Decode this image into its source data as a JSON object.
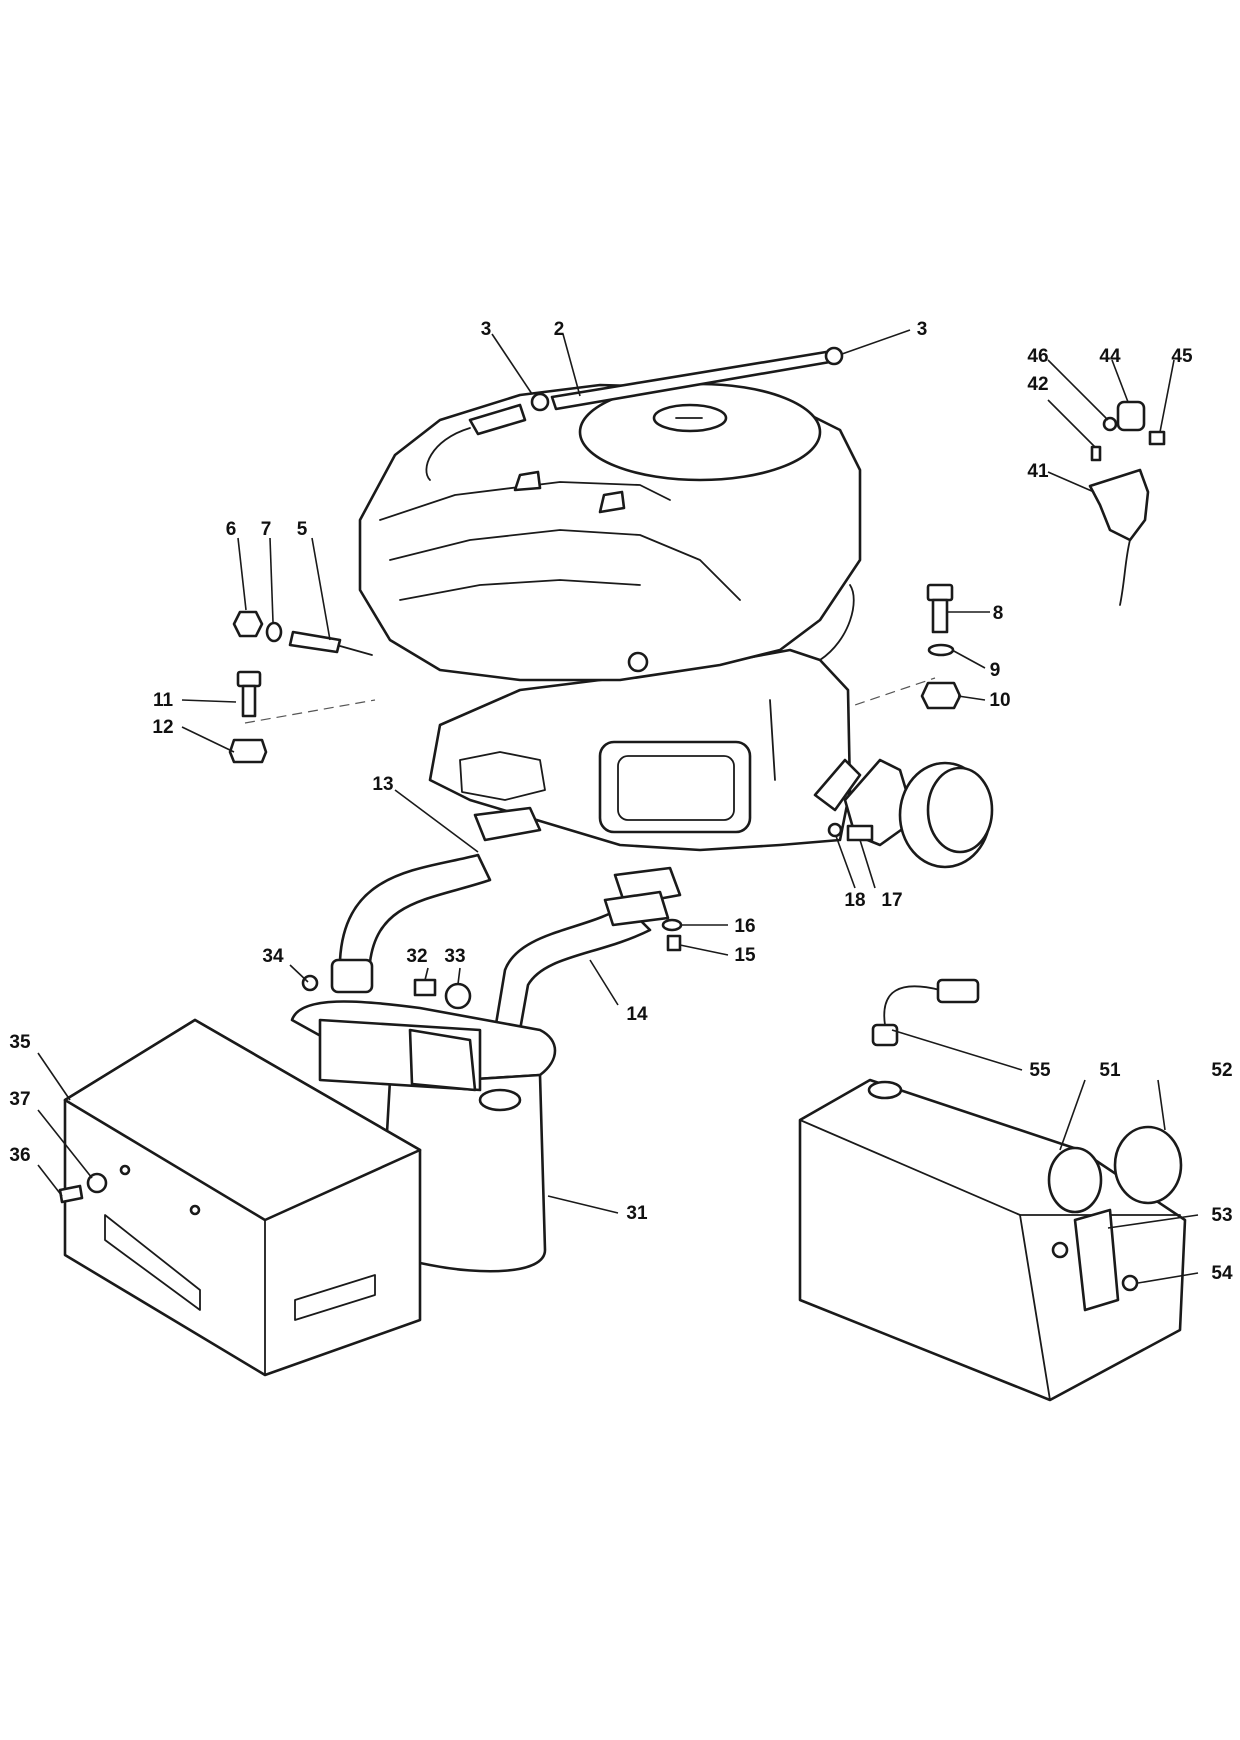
{
  "callouts": [
    {
      "id": "c3a",
      "label": "3"
    },
    {
      "id": "c2",
      "label": "2"
    },
    {
      "id": "c3b",
      "label": "3"
    },
    {
      "id": "c46",
      "label": "46"
    },
    {
      "id": "c44",
      "label": "44"
    },
    {
      "id": "c45",
      "label": "45"
    },
    {
      "id": "c42",
      "label": "42"
    },
    {
      "id": "c41",
      "label": "41"
    },
    {
      "id": "c6",
      "label": "6"
    },
    {
      "id": "c7",
      "label": "7"
    },
    {
      "id": "c5",
      "label": "5"
    },
    {
      "id": "c8",
      "label": "8"
    },
    {
      "id": "c9",
      "label": "9"
    },
    {
      "id": "c10",
      "label": "10"
    },
    {
      "id": "c11",
      "label": "11"
    },
    {
      "id": "c12",
      "label": "12"
    },
    {
      "id": "c13",
      "label": "13"
    },
    {
      "id": "c18",
      "label": "18"
    },
    {
      "id": "c17",
      "label": "17"
    },
    {
      "id": "c16",
      "label": "16"
    },
    {
      "id": "c15",
      "label": "15"
    },
    {
      "id": "c34",
      "label": "34"
    },
    {
      "id": "c32",
      "label": "32"
    },
    {
      "id": "c33",
      "label": "33"
    },
    {
      "id": "c14",
      "label": "14"
    },
    {
      "id": "c35",
      "label": "35"
    },
    {
      "id": "c37",
      "label": "37"
    },
    {
      "id": "c36",
      "label": "36"
    },
    {
      "id": "c31",
      "label": "31"
    },
    {
      "id": "c55",
      "label": "55"
    },
    {
      "id": "c51",
      "label": "51"
    },
    {
      "id": "c52",
      "label": "52"
    },
    {
      "id": "c53",
      "label": "53"
    },
    {
      "id": "c54",
      "label": "54"
    }
  ]
}
